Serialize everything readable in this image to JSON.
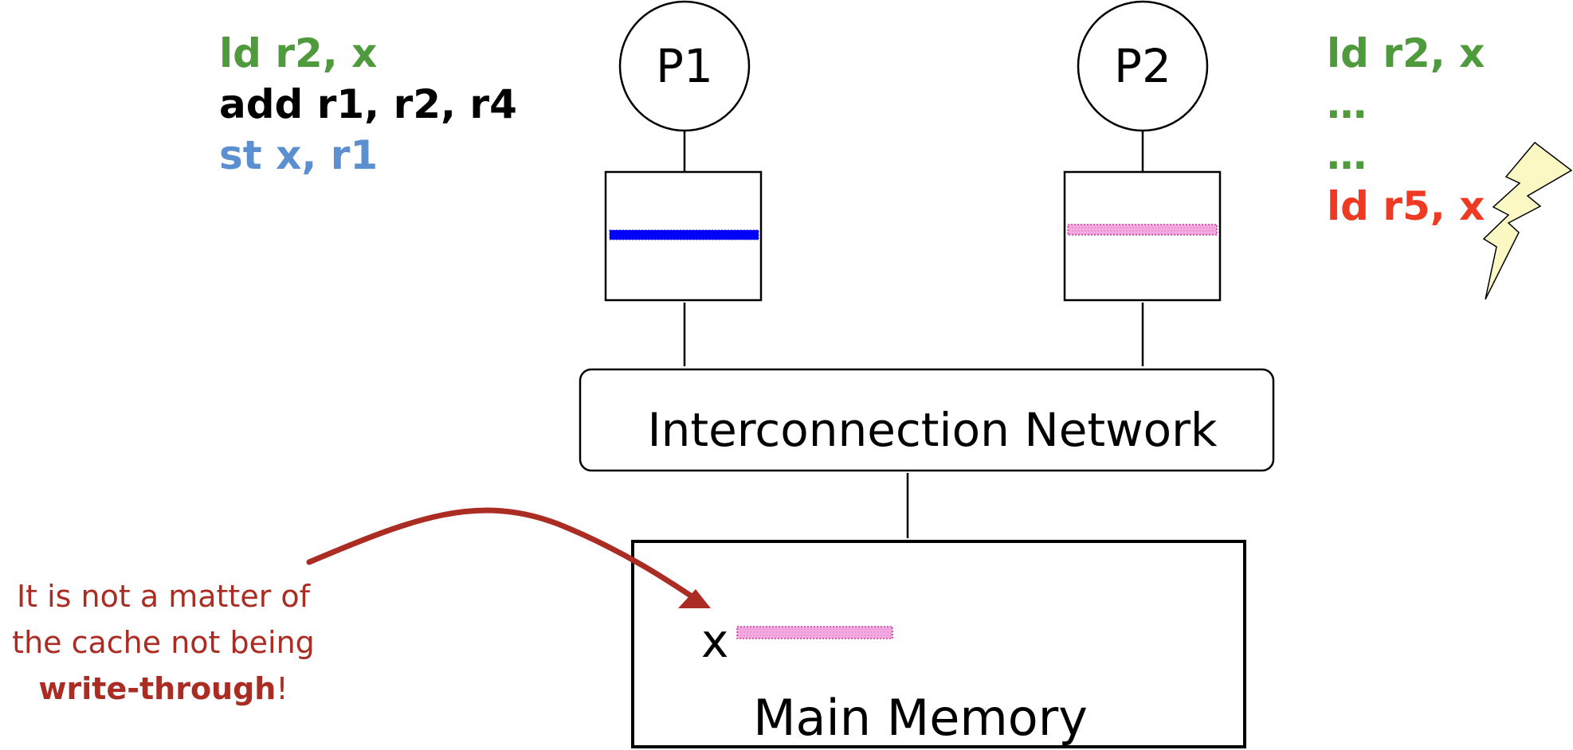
{
  "colors": {
    "green": "#4e9a3c",
    "black": "#000000",
    "blue_text": "#5b8fd0",
    "red": "#ef3a23",
    "arrow_red": "#aa2c22",
    "cache_line_p1": "#0000ff",
    "cache_line_pink": "#f4a9e0",
    "lightning_fill": "#fbf8c4"
  },
  "p1_code": [
    {
      "text": "ld r2, x",
      "color": "#4e9a3c"
    },
    {
      "text": "add r1, r2, r4",
      "color": "#000000"
    },
    {
      "text": "st x, r1",
      "color": "#5b8fd0"
    }
  ],
  "p2_code": [
    {
      "text": "ld r2, x",
      "color": "#4e9a3c"
    },
    {
      "text": "…",
      "color": "#4e9a3c"
    },
    {
      "text": "…",
      "color": "#4e9a3c"
    },
    {
      "text": "ld r5, x",
      "color": "#ef3a23"
    }
  ],
  "processors": {
    "p1": "P1",
    "p2": "P2"
  },
  "network_label": "Interconnection Network",
  "memory": {
    "label": "Main Memory",
    "variable": "x"
  },
  "note": {
    "line1": "It is not a matter of",
    "line2": "the cache not being",
    "emphasis": "write-through",
    "suffix": "!"
  },
  "icons": {
    "lightning": "lightning-bolt-icon",
    "arrow": "curved-arrow-icon"
  }
}
